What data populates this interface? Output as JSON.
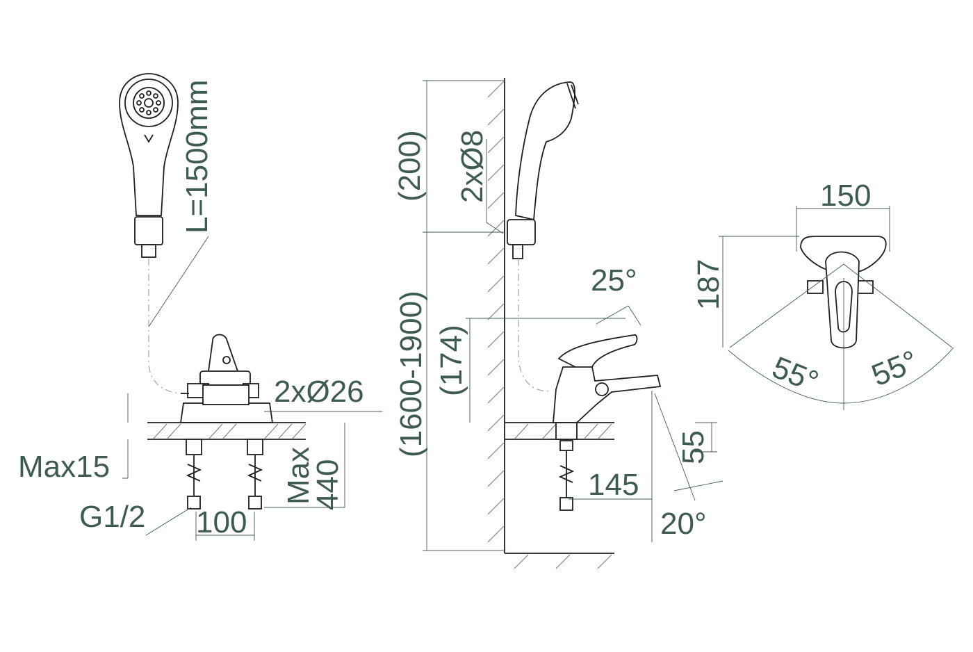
{
  "dimensions": {
    "hose_length": "L=1500mm",
    "inlet_diameter": "2xØ26",
    "max_counter": "Max15",
    "thread": "G1/2",
    "inlet_spacing": "100",
    "max_440_a": "Max",
    "max_440_b": "440",
    "height_200": "(200)",
    "mount_holes": "2xØ8",
    "height_range": "(1600-1900)",
    "height_174": "(174)",
    "lever_angle": "25°",
    "depth_145": "145",
    "height_55": "55",
    "spout_angle": "20°",
    "width_150": "150",
    "depth_187": "187",
    "swing_left": "55°",
    "swing_right": "55°"
  }
}
